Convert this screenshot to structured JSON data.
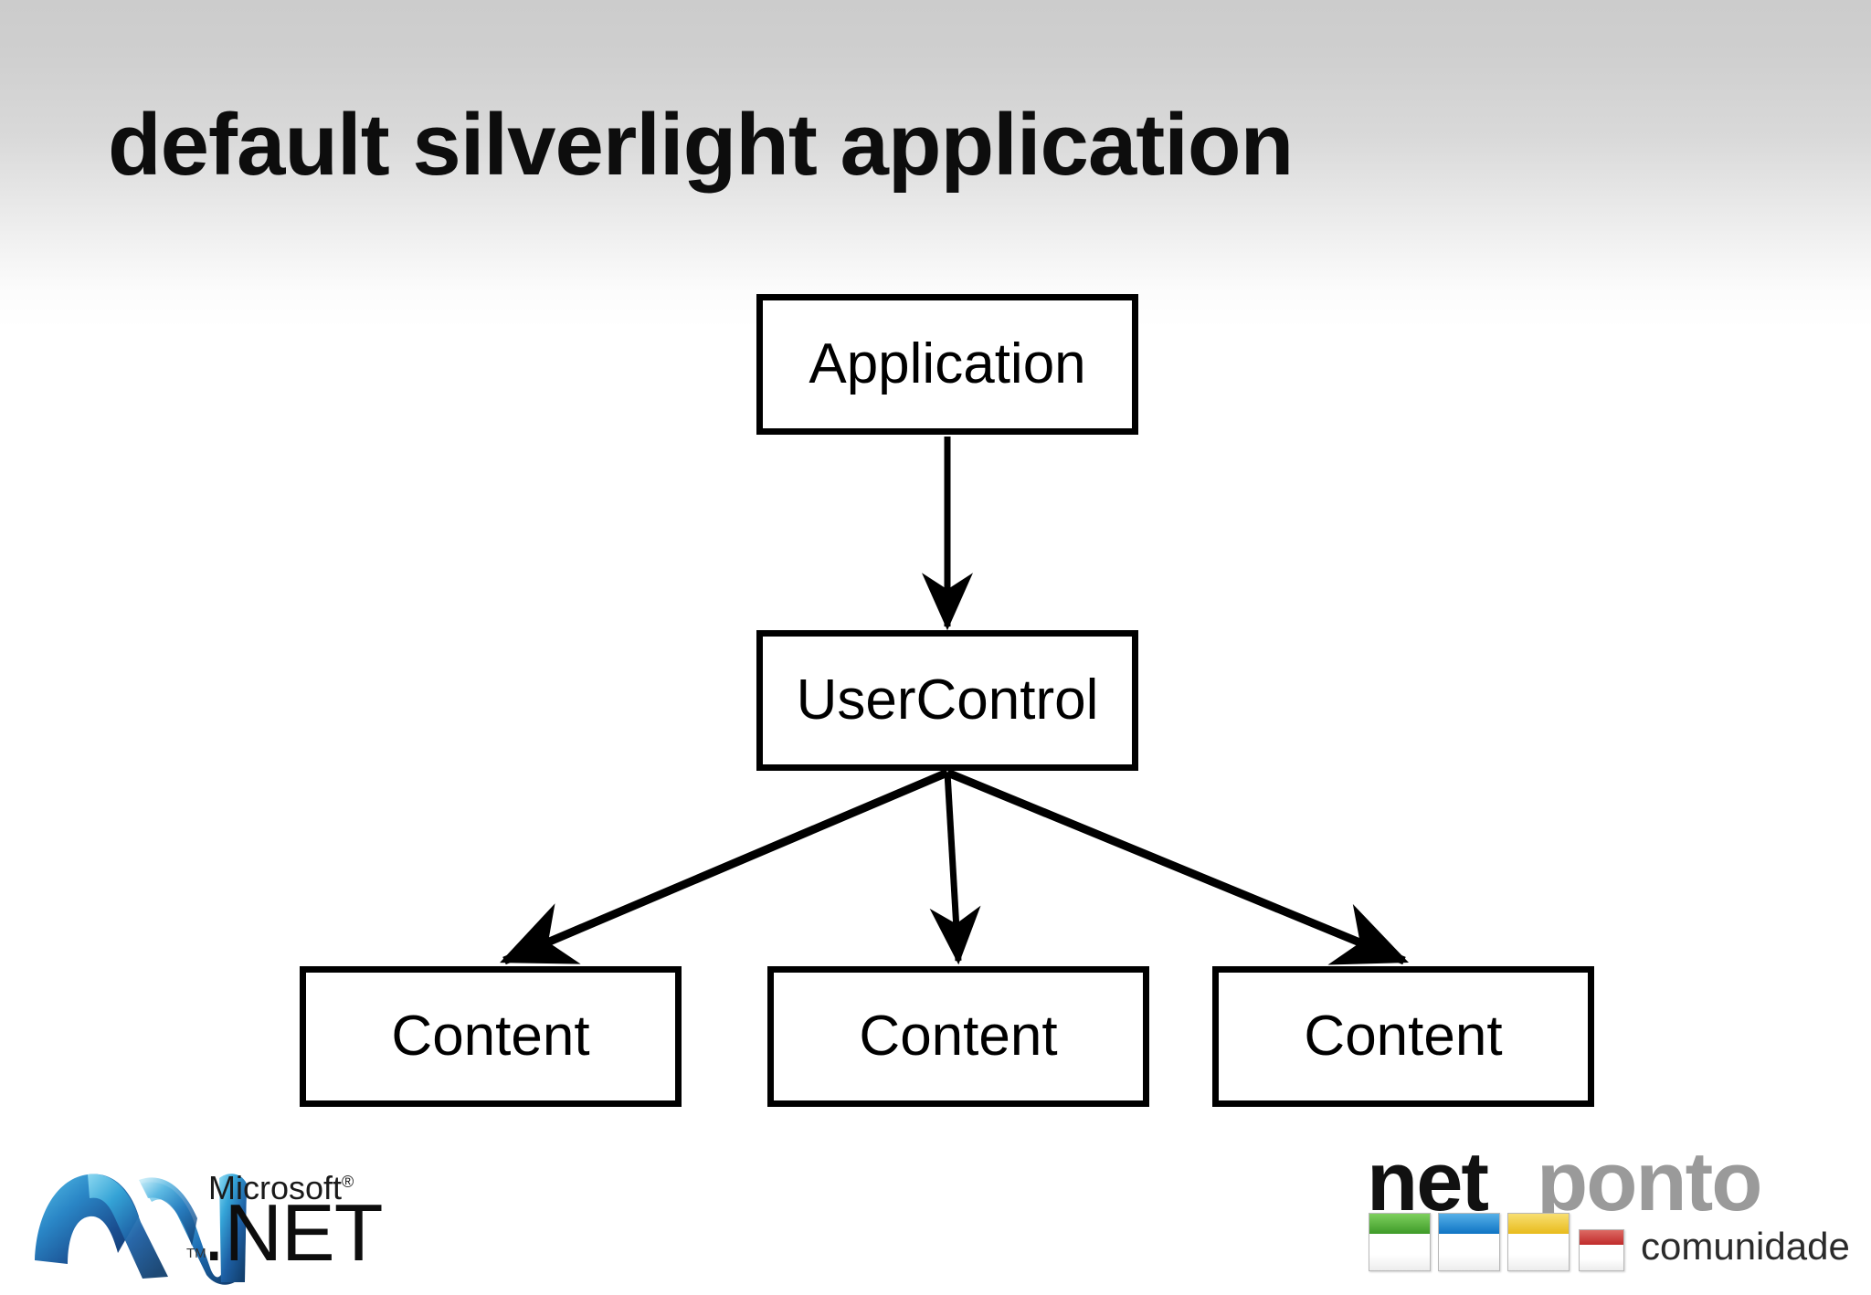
{
  "slide": {
    "title": "default silverlight application",
    "background": {
      "gradient_from": "#cccccc",
      "gradient_to": "#ffffff"
    }
  },
  "diagram": {
    "type": "flow-hierarchy",
    "nodes": [
      {
        "id": "application",
        "label": "Application"
      },
      {
        "id": "usercontrol",
        "label": "UserControl"
      },
      {
        "id": "content-1",
        "label": "Content"
      },
      {
        "id": "content-2",
        "label": "Content"
      },
      {
        "id": "content-3",
        "label": "Content"
      }
    ],
    "edges": [
      {
        "from": "application",
        "to": "usercontrol"
      },
      {
        "from": "usercontrol",
        "to": "content-1"
      },
      {
        "from": "usercontrol",
        "to": "content-2"
      },
      {
        "from": "usercontrol",
        "to": "content-3"
      }
    ],
    "stroke_color": "#000000",
    "fill_color": "#ffffff"
  },
  "logos": {
    "dotnet": {
      "microsoft_text": "Microsoft",
      "registered_mark": "®",
      "net_text": ".NET",
      "trademark_mark": "TM",
      "swoosh_colors": [
        "#1a4d8f",
        "#1f6fb5",
        "#2e9cd6",
        "#4db8e8",
        "#0d3a70"
      ]
    },
    "netponto": {
      "net_text": "net",
      "ponto_text": "ponto",
      "tagline": "comunidade",
      "net_color": "#111111",
      "ponto_color": "#9a9a9a",
      "window_colors": [
        "#4ca635",
        "#1f87d4",
        "#efc82c",
        "#cc3333"
      ]
    }
  }
}
